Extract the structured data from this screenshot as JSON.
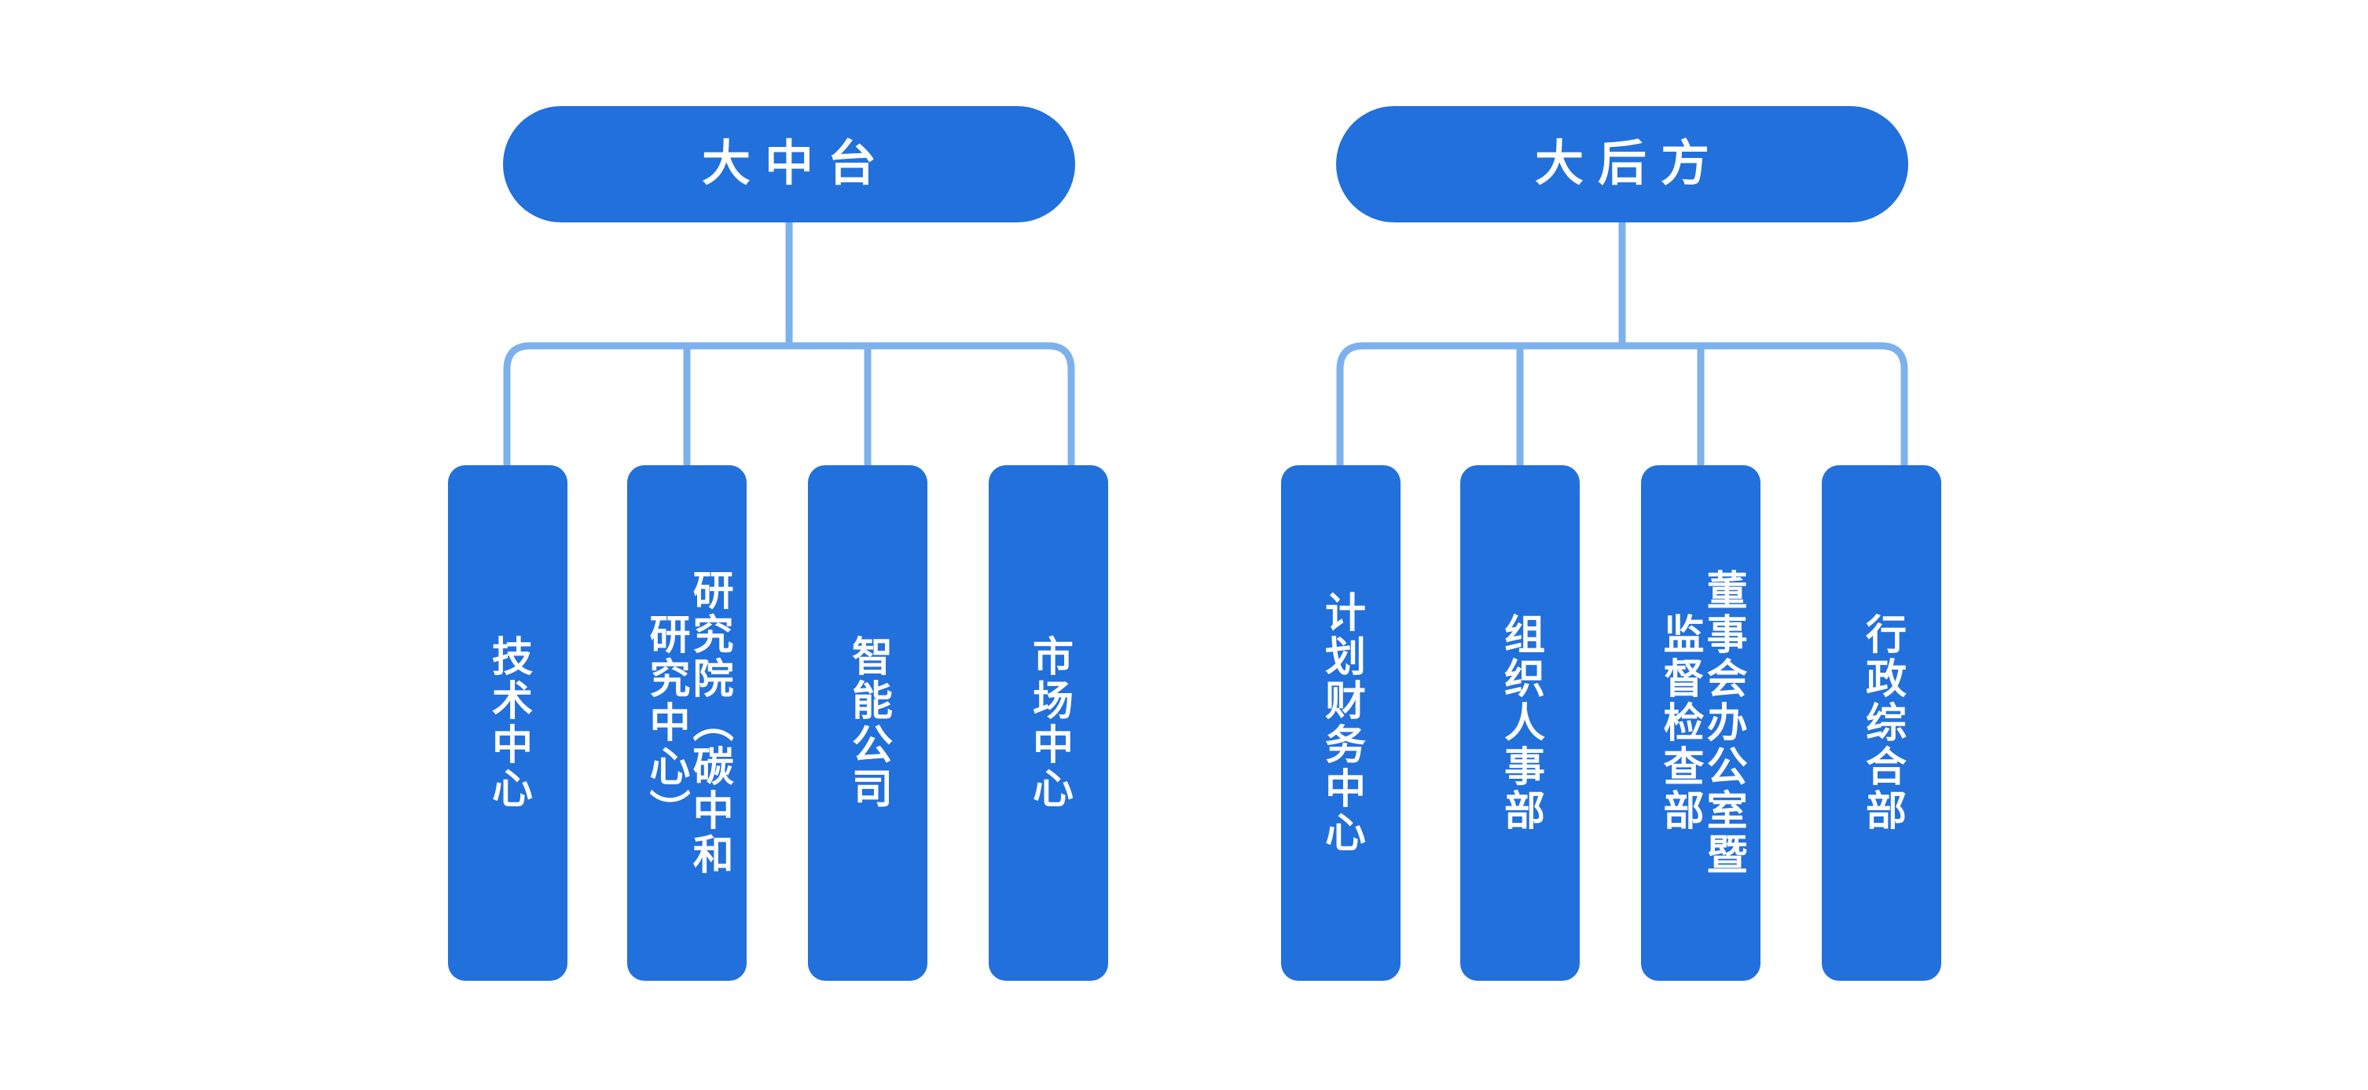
{
  "diagram": {
    "type": "org-chart",
    "background_color": "#ffffff",
    "node_color": "#2270dc",
    "connector_color": "#7cb1ee",
    "text_color": "#ffffff",
    "groups": [
      {
        "id": "group-mid-platform",
        "header": "大中台",
        "children": [
          {
            "id": "tech-center",
            "label": "技术中心",
            "columns": 1
          },
          {
            "id": "research-institute",
            "label": "研究院（碳中和研究中心）",
            "columns": 2
          },
          {
            "id": "intelligent-company",
            "label": "智能公司",
            "columns": 1
          },
          {
            "id": "market-center",
            "label": "市场中心",
            "columns": 1
          }
        ]
      },
      {
        "id": "group-rear-support",
        "header": "大后方",
        "children": [
          {
            "id": "planning-finance-center",
            "label": "计划财务中心",
            "columns": 1
          },
          {
            "id": "organization-personnel-dept",
            "label": "组织人事部",
            "columns": 1
          },
          {
            "id": "board-office-supervision-dept",
            "label": "董事会办公室暨监督检查部",
            "columns": 2
          },
          {
            "id": "administrative-general-dept",
            "label": "行政综合部",
            "columns": 1
          }
        ]
      }
    ]
  }
}
